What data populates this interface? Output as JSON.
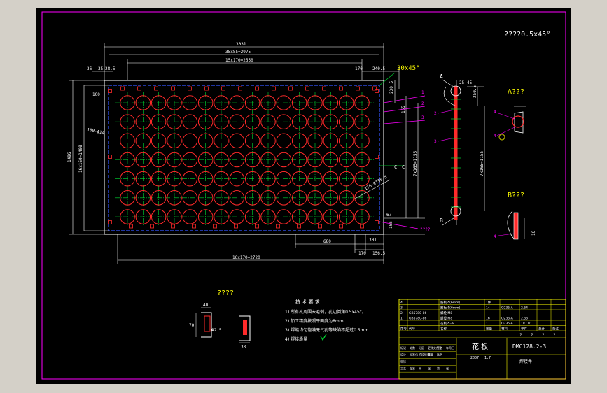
{
  "colors": {
    "background": "#000000",
    "frame": "#ff00ff",
    "plate": "#ffffff",
    "holes": "#ff2a2a",
    "centerlines": "#00dd33",
    "dimensions": "#ffffff",
    "hidden_edge": "#3355ff",
    "leaders": "#ff00ff",
    "annotation": "#ffff00",
    "table": "#ffff00"
  },
  "drawing": {
    "chamfer_note": "????0.5x45°",
    "chamfer_callout": "30x45°",
    "dims_top": [
      "3031",
      "35x85=2975",
      "15x170=2550",
      "170",
      "240.5",
      "35",
      "28.5",
      "36"
    ],
    "dims_right": [
      "230.5",
      "165",
      "7x165=1155",
      "67",
      "105"
    ],
    "dims_left": [
      "1496",
      "16x160=1400",
      "100",
      "180-Φ14"
    ],
    "dims_bottom": [
      "680",
      "301",
      "170",
      "156.5",
      "16x170=2720"
    ],
    "callout_mid": "176-Φ156.5",
    "balloons_right": [
      "1",
      "2",
      "3"
    ],
    "section_marker": "C",
    "section_arrow": "C",
    "bottom_leader": "????",
    "plate_holes_grid": {
      "rows": 7,
      "cols": 16
    }
  },
  "side_view": {
    "label_a": "A",
    "label_b": "B",
    "dims": [
      "250.5",
      "7x165=1155",
      "25",
      "45"
    ],
    "balloons": [
      "2",
      "3"
    ]
  },
  "detail_a": {
    "title": "A???",
    "balloons": [
      "4",
      "4"
    ]
  },
  "detail_b": {
    "title": "B???",
    "dim": "10",
    "balloon": "4"
  },
  "section_detail": {
    "title": "????",
    "dims": [
      "40",
      "70",
      "Φ2.5",
      "33"
    ]
  },
  "tech_notes": {
    "heading": "技 术 要 求",
    "lines": [
      "1)  所有孔周围去毛刺，孔边倒角0.5x45°。",
      "2)  加工精度按照平面度为8mm",
      "3)  焊缝均匀饱满无气孔等缺陷不超过0.5mm",
      "4)  焊接质量"
    ]
  },
  "title_block": {
    "parts": [
      {
        "no": "4",
        "code": "",
        "name": "筋板 δ(6mm)",
        "qty": "1件",
        "material": "",
        "mass": ""
      },
      {
        "no": "3",
        "code": "",
        "name": "筋板 δ(6mm)",
        "qty": "14",
        "material": "Q235-A",
        "mass": "2.64"
      },
      {
        "no": "2",
        "code": "GB5780-86",
        "name": "螺栓 M8",
        "qty": "",
        "material": "",
        "mass": ""
      },
      {
        "no": "1",
        "code": "GB5780-86",
        "name": "螺母 M8",
        "qty": "16",
        "material": "Q235-A",
        "mass": "2.56"
      },
      {
        "no": "",
        "code": "",
        "name": "花板 δ=8",
        "qty": "1",
        "material": "Q235-A",
        "mass": "187.01"
      }
    ],
    "header_labels": [
      "序号",
      "代号",
      "名称",
      "数量",
      "材料",
      "单件",
      "总计",
      "备注"
    ],
    "drawing_name": "花  板",
    "drawing_number": "DMC128.2-3",
    "material_note": "焊接件",
    "qs": [
      "?",
      "?",
      "?",
      "?"
    ],
    "row_labels_left": [
      "标记",
      "处数",
      "分区",
      "更改文件号",
      "签名",
      "年月日"
    ],
    "row_labels_left2": [
      "设计",
      "标准化",
      "阶段标记",
      "重量",
      "比例"
    ],
    "row_labels_left3": [
      "审核",
      "",
      "",
      "",
      ""
    ],
    "row_labels_left4": [
      "工艺",
      "批准",
      "共",
      "张",
      "第",
      "张"
    ],
    "scale": "1:7",
    "date": "2007"
  }
}
